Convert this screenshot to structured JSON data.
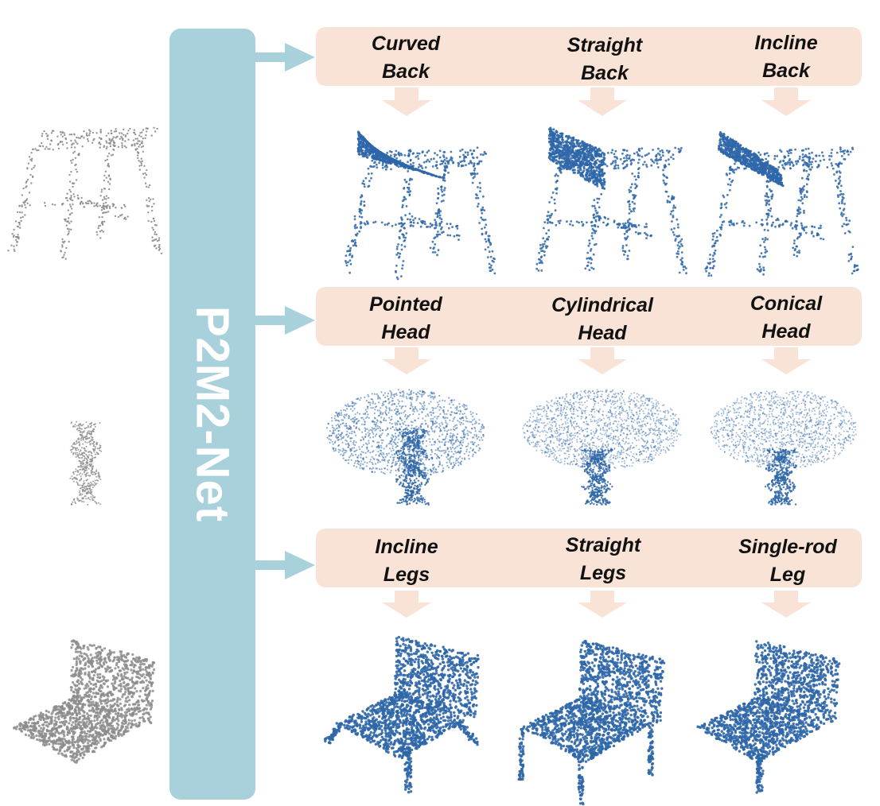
{
  "network": {
    "name": "P2M2-Net"
  },
  "colors": {
    "bar": "#a8d1dc",
    "label_band": "#f8e3d6",
    "arrow_blue": "#a8d1dc",
    "arrow_peach": "#f8e3d6",
    "input_points": "#8c8c8c",
    "output_points": "#2f67a8"
  },
  "rows": [
    {
      "id": "stool",
      "input_shape": "stool",
      "options": [
        {
          "line1": "Curved",
          "line2": "Back",
          "variant": "curved"
        },
        {
          "line1": "Straight",
          "line2": "Back",
          "variant": "straight"
        },
        {
          "line1": "Incline",
          "line2": "Back",
          "variant": "incline"
        }
      ]
    },
    {
      "id": "lamp",
      "input_shape": "lamp-stem",
      "options": [
        {
          "line1": "Pointed",
          "line2": "Head",
          "variant": "pointed"
        },
        {
          "line1": "Cylindrical",
          "line2": "Head",
          "variant": "cylindrical"
        },
        {
          "line1": "Conical",
          "line2": "Head",
          "variant": "conical"
        }
      ]
    },
    {
      "id": "chair",
      "input_shape": "chair-seat-back",
      "options": [
        {
          "line1": "Incline",
          "line2": "Legs",
          "variant": "incline"
        },
        {
          "line1": "Straight",
          "line2": "Legs",
          "variant": "straight"
        },
        {
          "line1": "Single-rod",
          "line2": "Leg",
          "variant": "single-rod"
        }
      ]
    }
  ]
}
